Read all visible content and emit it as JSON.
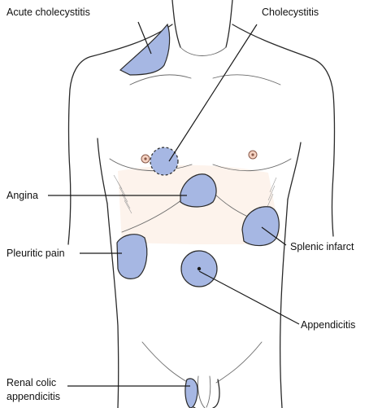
{
  "labels": {
    "acute_cholecystitis": "Acute cholecystitis",
    "cholecystitis": "Cholecystitis",
    "angina": "Angina",
    "pleuritic_pain": "Pleuritic pain",
    "splenic_infarct": "Splenic infarct",
    "appendicitis": "Appendicitis",
    "renal_colic_line1": "Renal colic",
    "renal_colic_line2": "appendicitis"
  },
  "colors": {
    "pain_area": "#a6b7e3",
    "outline": "#2a2a2a",
    "skin_tint": "#fdf3ec",
    "background": "#ffffff"
  }
}
